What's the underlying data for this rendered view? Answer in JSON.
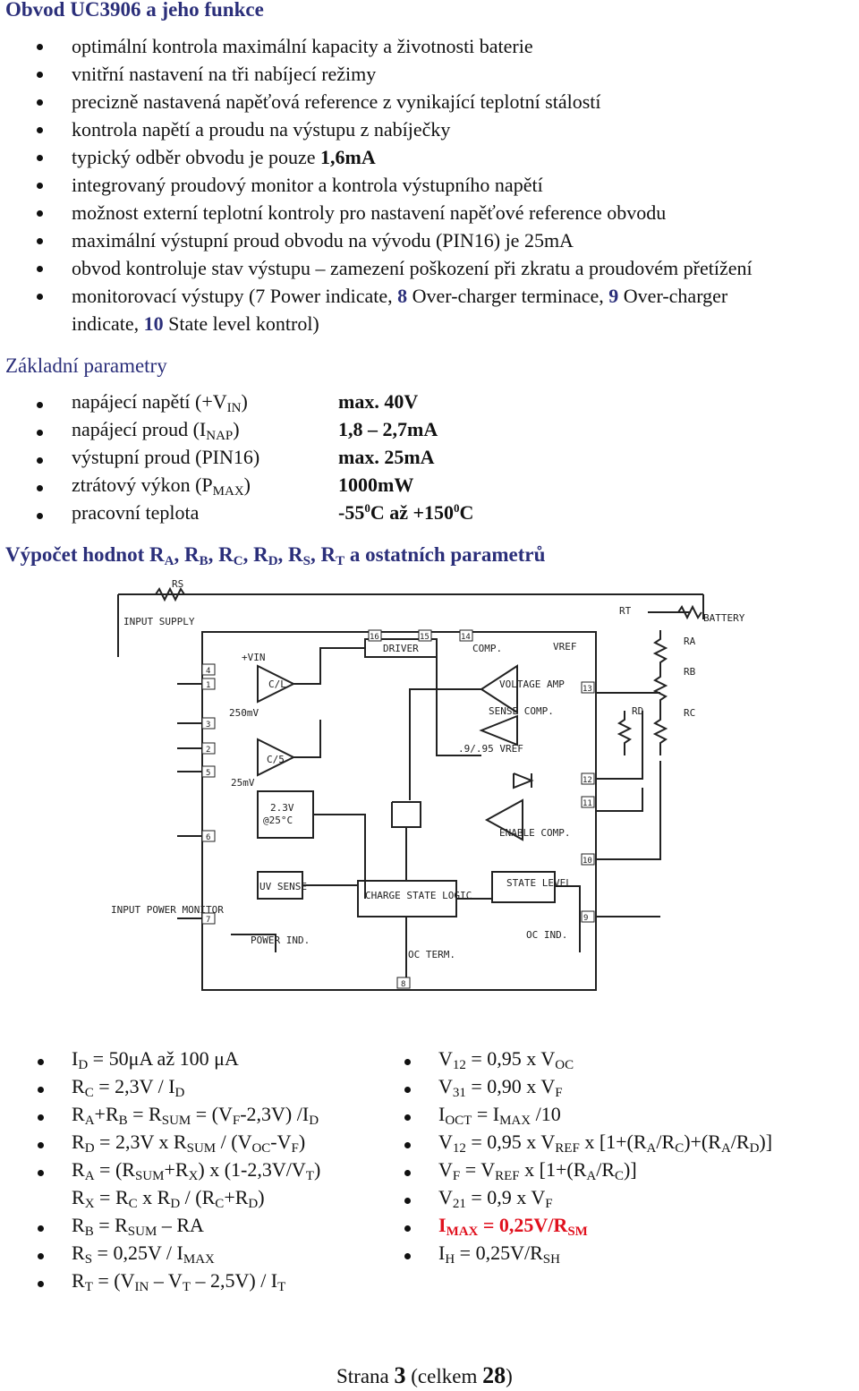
{
  "title": "Obvod UC3906 a jeho funkce",
  "features": [
    "optimální kontrola maximální kapacity a životnosti baterie",
    "vnitřní nastavení na tři nabíjecí režimy",
    "precizně nastavená napěťová reference z vynikající teplotní stálostí",
    "kontrola napětí a proudu na výstupu z nabíječky",
    "typický odběr obvodu je pouze",
    "integrovaný proudový monitor a kontrola výstupního napětí",
    "možnost externí teplotní kontroly pro nastavení napěťové reference obvodu",
    "maximální výstupní proud obvodu na vývodu (PIN16) je 25mA",
    "obvod kontroluje stav výstupu – zamezení poškození při zkratu a proudovém přetížení"
  ],
  "current_value": "1,6mA",
  "monitor": {
    "p1": "monitorovací výstupy (7 Power indicate, ",
    "n8": "8",
    "p2": " Over-charger terminace, ",
    "n9": "9",
    "p3": " Over-charger",
    "p4": "indicate, ",
    "n10": "10",
    "p5": " State level kontrol)"
  },
  "section_params": "Základní parametry",
  "params": [
    {
      "label": "napájecí napětí (+V",
      "sub": "IN",
      "tail": ")",
      "value": "max. 40V"
    },
    {
      "label": "napájecí proud (I",
      "sub": "NAP",
      "tail": ")",
      "value": "1,8 – 2,7mA"
    },
    {
      "label": "výstupní proud (PIN16)",
      "sub": "",
      "tail": "",
      "value": "max. 25mA"
    },
    {
      "label": "ztrátový výkon (P",
      "sub": "MAX",
      "tail": ")",
      "value": "1000mW"
    }
  ],
  "temp": {
    "label": "pracovní teplota",
    "a": "-55",
    "b": "C až +150",
    "c": "C",
    "deg": "0"
  },
  "section_calc": {
    "a": "Výpočet hodnot R",
    "sa": "A",
    "b": ", R",
    "sb": "B",
    "c": ", R",
    "sc": "C",
    "d": ", R",
    "sd": "D",
    "e": ", R",
    "se": "S",
    "f": ", R",
    "sf": "T",
    "g": " a ostatních parametrů"
  },
  "schematic": {
    "labels": [
      "RS",
      "INPUT SUPPLY",
      "DRIVER",
      "COMP.",
      "RT",
      "BATTERY",
      "RA",
      "RB",
      "RC",
      "RD",
      "+VIN",
      "C/L",
      "250mV",
      "VREF",
      "VOLTAGE AMP",
      "SENSE COMP.",
      ".9/.95 VREF",
      "C/5",
      "25mV",
      "2.3V",
      "@25°C",
      "ENABLE COMP.",
      "UV SENSE",
      "CHARGE STATE LOGIC",
      "STATE LEVEL",
      "INPUT POWER MONITOR",
      "POWER IND.",
      "OC TERM.",
      "OC IND."
    ],
    "pins": [
      "16",
      "15",
      "14",
      "13",
      "1",
      "3",
      "2",
      "5",
      "6",
      "7",
      "12",
      "11",
      "10",
      "9",
      "8",
      "4"
    ]
  },
  "footer": {
    "pre": "Strana ",
    "page": "3",
    "mid": " (celkem ",
    "total": "28",
    "post": ")"
  }
}
